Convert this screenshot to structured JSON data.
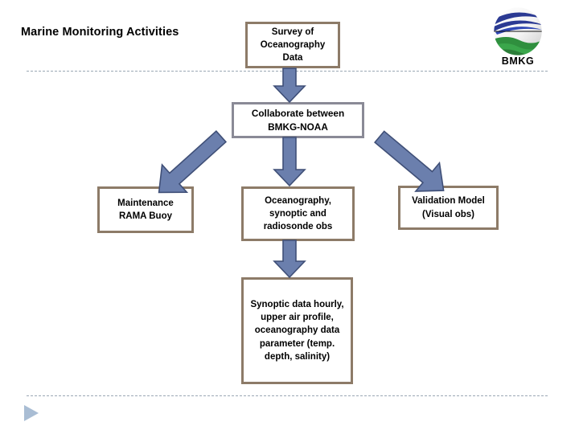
{
  "slide": {
    "title": "Marine Monitoring Activities",
    "brand_label": "BMKG",
    "brand_logo_icon": "bmkg-globe-logo-icon",
    "nav_icon": "play-triangle-icon",
    "colors": {
      "box_border_brown": "#8d7b68",
      "box_border_slate": "#8a8a96",
      "arrow_fill": "#6b7fad",
      "arrow_stroke": "#3f4f77",
      "rule_dashed": "#9aa7b4",
      "nav_play": "#a9bdd4",
      "logo_blue": "#2b3a93",
      "logo_green": "#2f8f3e",
      "text": "#000000"
    }
  },
  "diagram": {
    "type": "flowchart",
    "nodes": [
      {
        "id": "survey",
        "label": "Survey of Oceanography Data",
        "border": "brown"
      },
      {
        "id": "collaborate",
        "label": "Collaborate between BMKG-NOAA",
        "border": "slate"
      },
      {
        "id": "maintenance",
        "label": "Maintenance RAMA Buoy",
        "border": "brown"
      },
      {
        "id": "oceanography",
        "label": "Oceanography, synoptic and radiosonde obs",
        "border": "brown"
      },
      {
        "id": "validation",
        "label": "Validation Model (Visual obs)",
        "border": "brown"
      },
      {
        "id": "synoptic",
        "label": "Synoptic data hourly, upper air profile, oceanography data parameter (temp.  depth, salinity)",
        "border": "brown"
      }
    ],
    "edges": [
      {
        "from": "survey",
        "to": "collaborate",
        "direction": "down",
        "icon": "arrow-down-icon"
      },
      {
        "from": "collaborate",
        "to": "oceanography",
        "direction": "down",
        "icon": "arrow-down-icon"
      },
      {
        "from": "collaborate",
        "to": "maintenance",
        "direction": "down-left",
        "icon": "arrow-down-left-icon"
      },
      {
        "from": "collaborate",
        "to": "validation",
        "direction": "down-right",
        "icon": "arrow-down-right-icon"
      },
      {
        "from": "oceanography",
        "to": "synoptic",
        "direction": "down",
        "icon": "arrow-down-icon"
      }
    ]
  }
}
